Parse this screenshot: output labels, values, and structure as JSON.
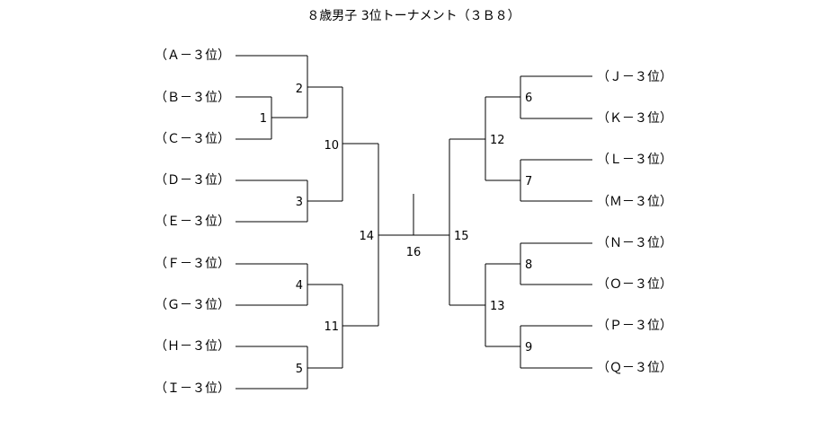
{
  "title": "８歳男子 3位トーナメント（３Ｂ８）",
  "left_entries": [
    "（Ａ－３位）",
    "（Ｂ－３位）",
    "（Ｃ－３位）",
    "（Ｄ－３位）",
    "（Ｅ－３位）",
    "（Ｆ－３位）",
    "（Ｇ－３位）",
    "（Ｈ－３位）",
    "（Ｉ－３位）"
  ],
  "right_entries": [
    "（Ｊ－３位）",
    "（Ｋ－３位）",
    "（Ｌ－３位）",
    "（Ｍ－３位）",
    "（Ｎ－３位）",
    "（Ｏ－３位）",
    "（Ｐ－３位）",
    "（Ｑ－３位）"
  ],
  "matches": [
    "1",
    "2",
    "3",
    "4",
    "5",
    "6",
    "7",
    "8",
    "9",
    "10",
    "11",
    "12",
    "13",
    "14",
    "15",
    "16"
  ]
}
